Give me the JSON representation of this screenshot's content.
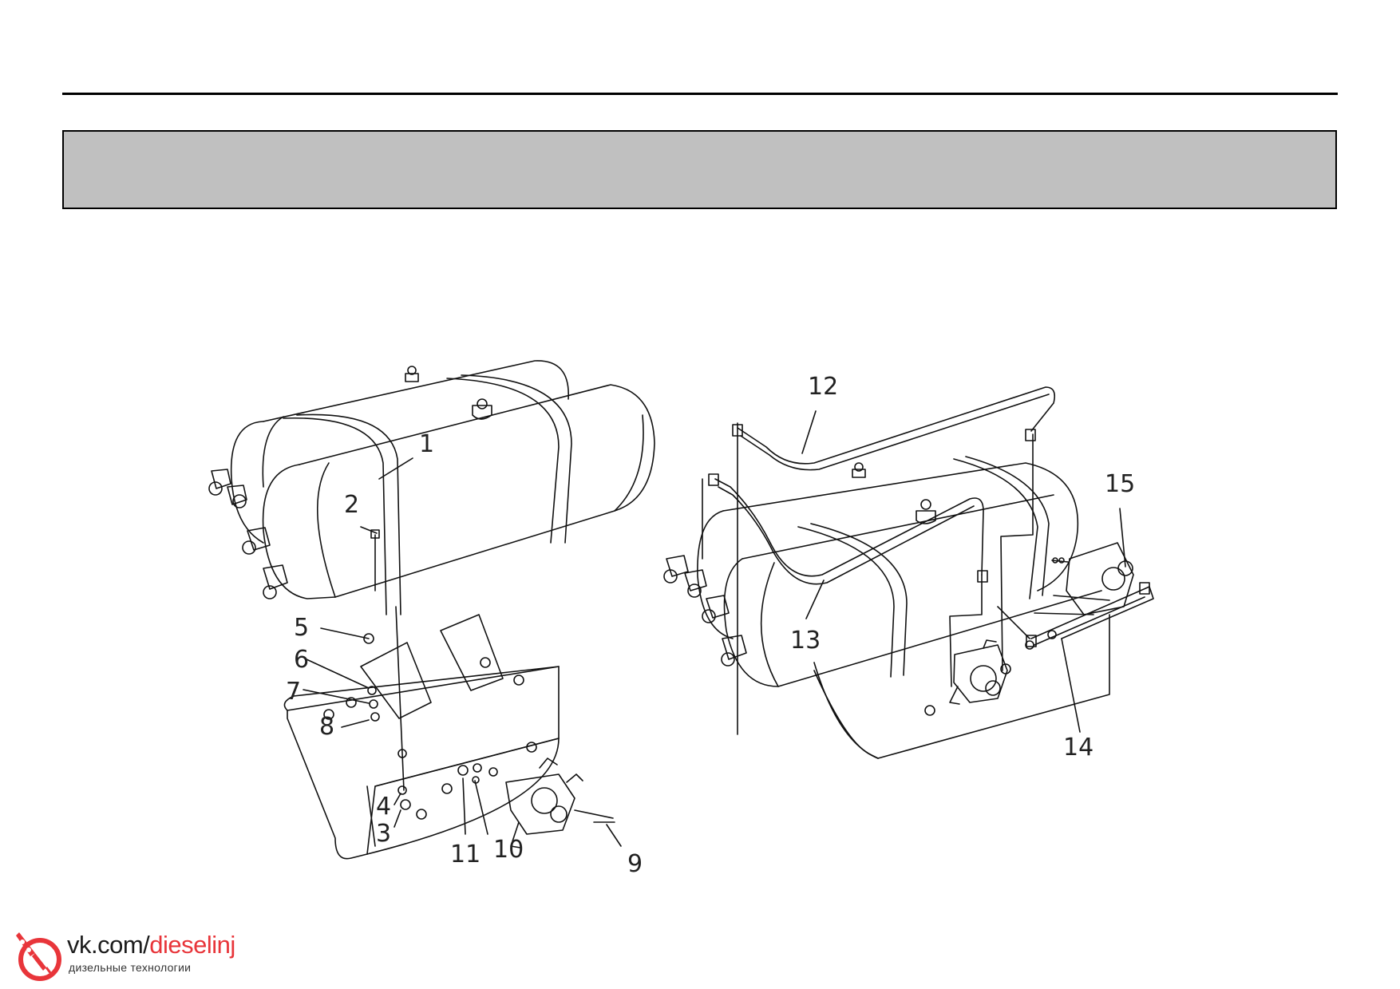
{
  "callouts": {
    "left": [
      "1",
      "2",
      "3",
      "4",
      "5",
      "6",
      "7",
      "8",
      "9",
      "10",
      "11"
    ],
    "right": [
      "12",
      "13",
      "14",
      "15"
    ]
  },
  "brand": {
    "url_prefix": "vk.com/",
    "url_accent": "dieselinj",
    "subtitle": "дизельные технологии",
    "accent_color": "#e8353a",
    "icon": "diesel-injector-icon"
  },
  "colors": {
    "banner_fill": "#c0c0c0",
    "line": "#000000"
  }
}
